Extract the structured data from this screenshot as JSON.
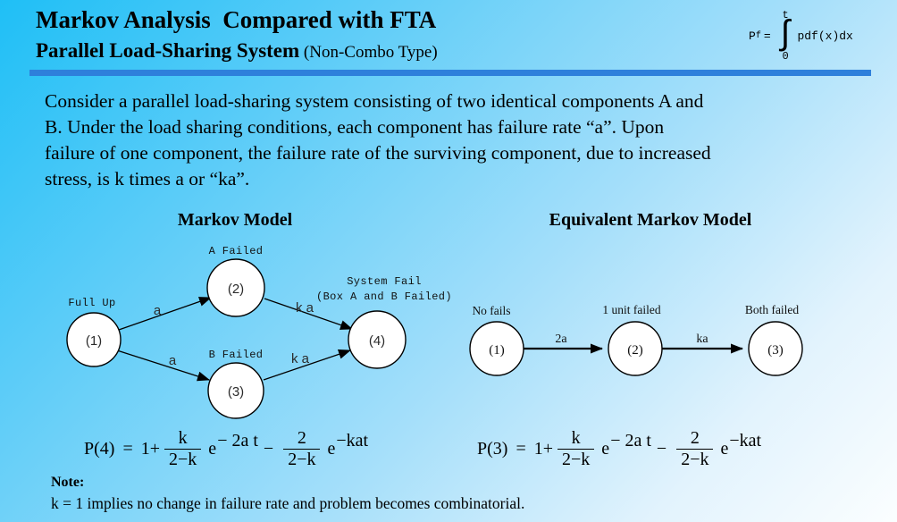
{
  "colors": {
    "background_top_left": "#1fbff6",
    "background_bottom_right": "#fbfeff",
    "divider_blue": "#2e80db",
    "state_fill": "#ffffff",
    "text": "#000000"
  },
  "header": {
    "title": "Markov Analysis  Compared with FTA",
    "subtitle_bold": "Parallel Load-Sharing System",
    "subtitle_normal": " (Non-Combo Type)",
    "pf": {
      "base": "P",
      "sub": "f",
      "equals": "=",
      "upper_limit": "t",
      "integral": "∫",
      "lower_limit": "0",
      "integrand": "pdf(x)dx"
    }
  },
  "intro": {
    "lines": [
      "Consider a parallel load-sharing system consisting of two identical components A and",
      "B. Under the load sharing conditions, each component has failure rate “a”. Upon",
      "failure of one component, the failure rate of the surviving component, due to increased",
      "stress, is k times a or “ka”."
    ]
  },
  "markov_model": {
    "title": "Markov Model",
    "states": [
      {
        "id": "(1)",
        "label": "Full Up"
      },
      {
        "id": "(2)",
        "label": "A Failed"
      },
      {
        "id": "(3)",
        "label": "B Failed"
      },
      {
        "id": "(4)",
        "label": "System Fail",
        "label2": "(Box A and B Failed)"
      }
    ],
    "transitions": [
      {
        "from": "(1)",
        "to": "(2)",
        "label": "a"
      },
      {
        "from": "(1)",
        "to": "(3)",
        "label": "a"
      },
      {
        "from": "(2)",
        "to": "(4)",
        "label": "k a"
      },
      {
        "from": "(3)",
        "to": "(4)",
        "label": "k a"
      }
    ]
  },
  "equivalent_model": {
    "title": "Equivalent Markov Model",
    "states": [
      {
        "id": "(1)",
        "label": "No fails"
      },
      {
        "id": "(2)",
        "label": "1 unit failed"
      },
      {
        "id": "(3)",
        "label": "Both failed"
      }
    ],
    "transitions": [
      {
        "from": "(1)",
        "to": "(2)",
        "label": "2a"
      },
      {
        "from": "(2)",
        "to": "(3)",
        "label": "ka"
      }
    ]
  },
  "formulas": {
    "left": {
      "lhs": "P(4)",
      "eq": "=",
      "term1": "1+",
      "frac1_num": "k",
      "frac1_den": "2−k",
      "base1": "e",
      "exp1": "− 2a t",
      "minus": "−",
      "frac2_num": "2",
      "frac2_den": "2−k",
      "base2": "e",
      "exp2": "−kat"
    },
    "right": {
      "lhs": "P(3)",
      "eq": "=",
      "term1": "1+",
      "frac1_num": "k",
      "frac1_den": "2−k",
      "base1": "e",
      "exp1": "− 2a t",
      "minus": "−",
      "frac2_num": "2",
      "frac2_den": "2−k",
      "base2": "e",
      "exp2": "−kat"
    }
  },
  "note": {
    "label": "Note:",
    "text": "k = 1 implies no change in failure rate and problem becomes combinatorial."
  }
}
